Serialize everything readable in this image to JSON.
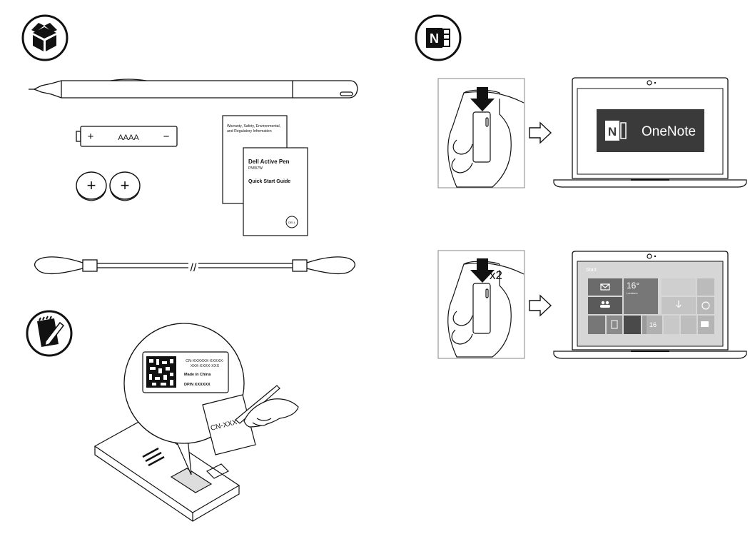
{
  "battery": {
    "plus": "+",
    "minus": "−",
    "label": "AAAA"
  },
  "coin_cells": {
    "plus": "+"
  },
  "warranty_doc": {
    "line1": "Warranty, Safety, Environmental,",
    "line2": "and Regulatory Information"
  },
  "quick_start": {
    "title": "Dell Active Pen",
    "model": "PN557W",
    "subtitle": "Quick Start Guide",
    "logo": "DELL"
  },
  "tether": {
    "break_mark": "//"
  },
  "label_callout": {
    "line1": "CN-XXXXXX-XXXXX-",
    "line2": "XXX-XXXX-XXX",
    "line3": "Made in China",
    "line4": "DP/N XXXXXX"
  },
  "note_card": {
    "text": "CN-XXX"
  },
  "onenote": {
    "app_name": "OneNote",
    "icon_letter": "N",
    "double_click": "x2"
  },
  "start_screen": {
    "title": "Start",
    "weather_temp": "16°",
    "weather_city": "Londonn",
    "tile_temp": "16"
  },
  "colors": {
    "line": "#111111",
    "onenote_tile": "#3a3a3a",
    "start_tile_dark": "#555555",
    "start_tile_light": "#bfbfbf"
  },
  "icons": [
    "open-box-icon",
    "onenote-icon",
    "notepad-pen-icon",
    "arrow-right-outline-icon",
    "mail-icon",
    "people-icon",
    "microphone-icon",
    "clock-icon",
    "camera-icon"
  ]
}
